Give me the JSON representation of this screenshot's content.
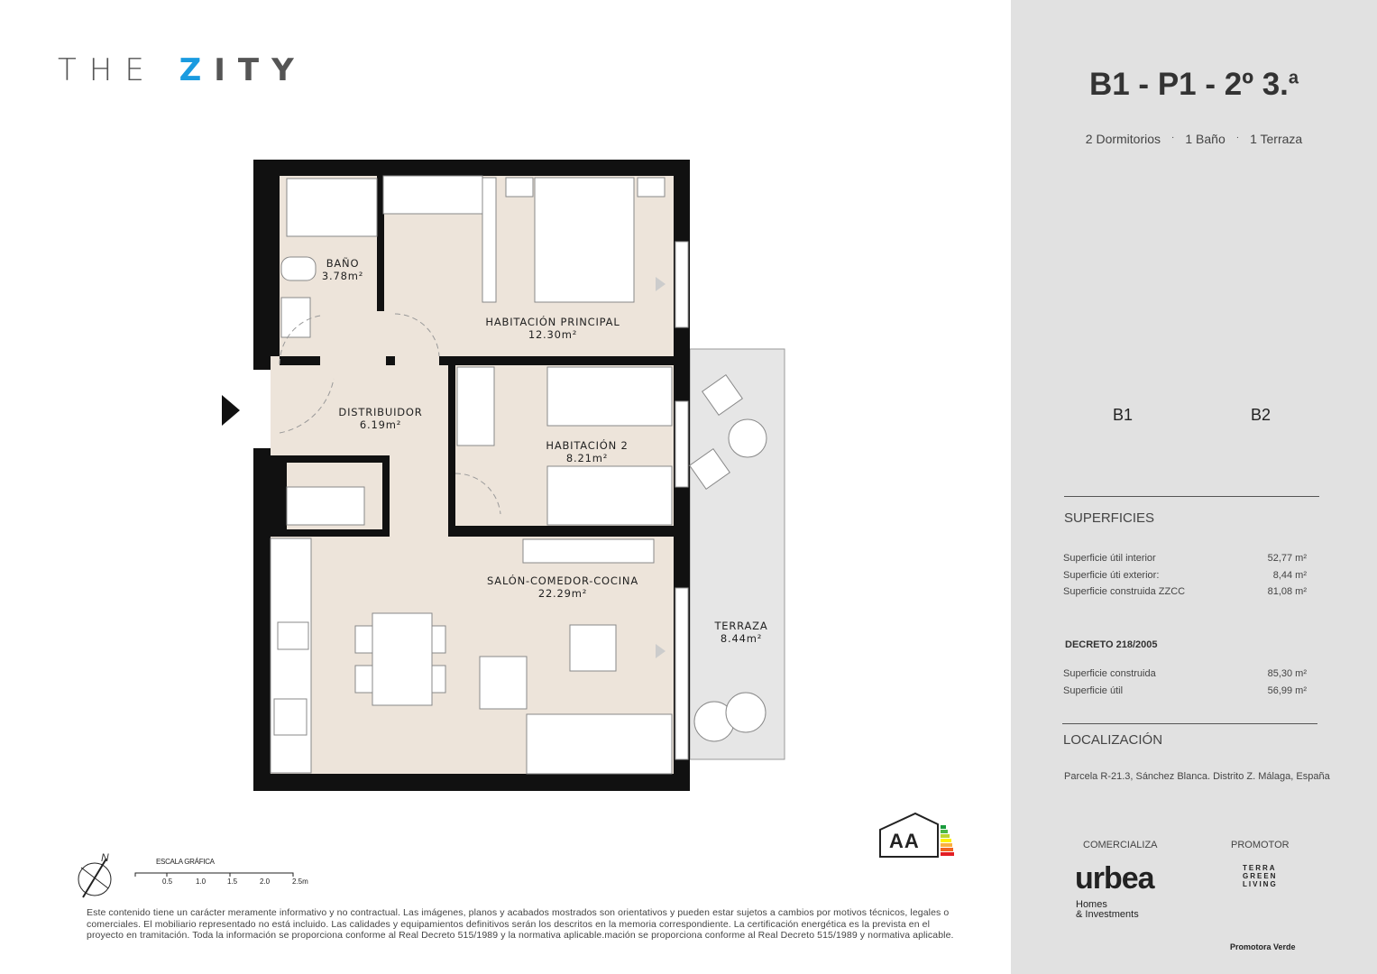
{
  "brand": {
    "logo_left": "THE ",
    "logo_z": "Z",
    "logo_right": "ITY"
  },
  "unit": {
    "title": "B1 - P1 - 2º 3.",
    "title_sup": "a",
    "bedrooms": "2 Dormitorios",
    "bathrooms": "1 Baño",
    "terraces": "1 Terraza",
    "separator": "·"
  },
  "location_map": {
    "blocks": [
      "B1",
      "B2"
    ],
    "highlight_color": "#aadbe0"
  },
  "rooms": [
    {
      "name": "BAÑO",
      "area": "3.78m²"
    },
    {
      "name": "HABITACIÓN PRINCIPAL",
      "area": "12.30m²"
    },
    {
      "name": "DISTRIBUIDOR",
      "area": "6.19m²"
    },
    {
      "name": "HABITACIÓN 2",
      "area": "8.21m²"
    },
    {
      "name": "SALÓN-COMEDOR-COCINA",
      "area": "22.29m²"
    },
    {
      "name": "TERRAZA",
      "area": "8.44m²"
    }
  ],
  "superficies": {
    "title": "SUPERFICIES",
    "rows": [
      {
        "label": "Superficie útil interior",
        "value": "52,77 m²"
      },
      {
        "label": "Superficie úti exterior:",
        "value": "8,44 m²"
      },
      {
        "label": "Superficie construida ZZCC",
        "value": "81,08 m²"
      }
    ]
  },
  "decreto": {
    "title": "DECRETO 218/2005",
    "rows": [
      {
        "label": "Superficie construida",
        "value": "85,30 m²"
      },
      {
        "label": "Superficie útil",
        "value": "56,99 m²"
      }
    ]
  },
  "localizacion": {
    "title": "LOCALIZACIÓN",
    "text": "Parcela R-21.3, Sánchez Blanca. Distrito Z. Málaga, España"
  },
  "comercializa": {
    "label": "COMERCIALIZA",
    "logo": "urbea",
    "sub1": "Homes",
    "sub2": "& Investments"
  },
  "promotor": {
    "label": "PROMOTOR",
    "logo_text": "TERRA GREEN LIVING",
    "caption": "Promotora Verde"
  },
  "energy": {
    "rating1": "A",
    "rating2": "A"
  },
  "scale": {
    "title": "ESCALA GRÁFICA",
    "ticks": [
      "0.5",
      "1.0",
      "1.5",
      "2.0",
      "2.5m"
    ],
    "north": "N"
  },
  "disclaimer": "Este contenido tiene un carácter meramente informativo y no contractual. Las imágenes, planos y acabados mostrados son orientativos y pueden estar sujetos a cambios por motivos técnicos, legales o comerciales. El mobiliario representado no está incluido. Las calidades y equipamientos definitivos serán los descritos en la memoria correspondiente. La certificación energética es la prevista en el proyecto en tramitación. Toda la información se proporciona conforme al Real Decreto 515/1989 y la normativa aplicable.mación se proporciona conforme al Real Decreto 515/1989 y normativa aplicable."
}
